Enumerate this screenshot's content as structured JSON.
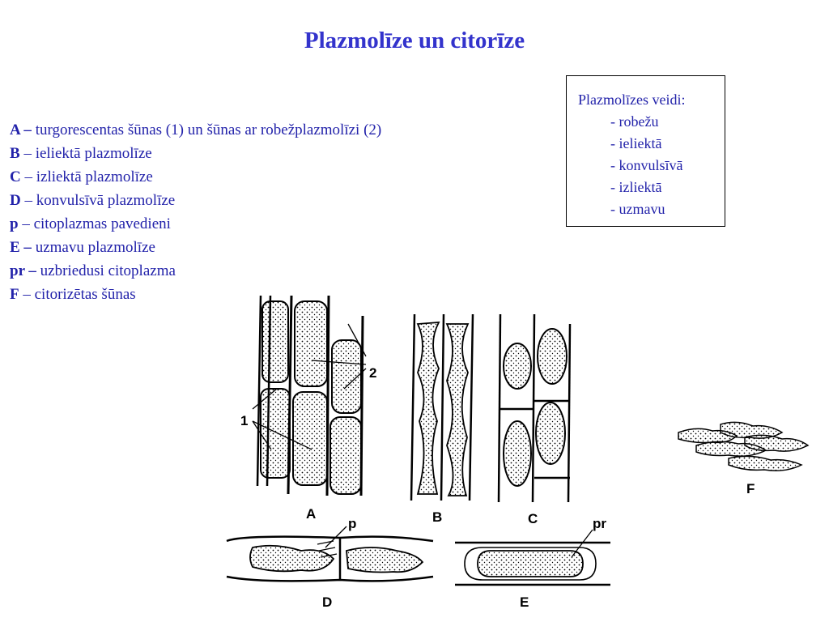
{
  "title": "Plazmolīze un citorīze",
  "legend": [
    {
      "key": "A –",
      "text": " turgorescentas šūnas (1) un šūnas ar robežplazmolīzi (2)"
    },
    {
      "key": "B",
      "text": " – ieliektā plazmolīze"
    },
    {
      "key": "C",
      "text": " – izliektā plazmolīze"
    },
    {
      "key": "D",
      "text": " – konvulsīvā plazmolīze"
    },
    {
      "key": "p",
      "text": " – citoplazmas pavedieni"
    },
    {
      "key": "E –",
      "text": " uzmavu plazmolīze"
    },
    {
      "key": "pr –",
      "text": " uzbriedusi citoplazma"
    },
    {
      "key": "F",
      "text": " – citorizētas šūnas"
    }
  ],
  "types_box": {
    "heading": "Plazmolīzes veidi:",
    "items": [
      "- robežu",
      "- ieliektā",
      "- konvulsīvā",
      "- izliektā",
      "- uzmavu"
    ]
  },
  "figure_labels": {
    "A": "A",
    "B": "B",
    "C": "C",
    "D": "D",
    "E": "E",
    "F": "F",
    "one": "1",
    "two": "2",
    "p": "p",
    "pr": "pr"
  }
}
